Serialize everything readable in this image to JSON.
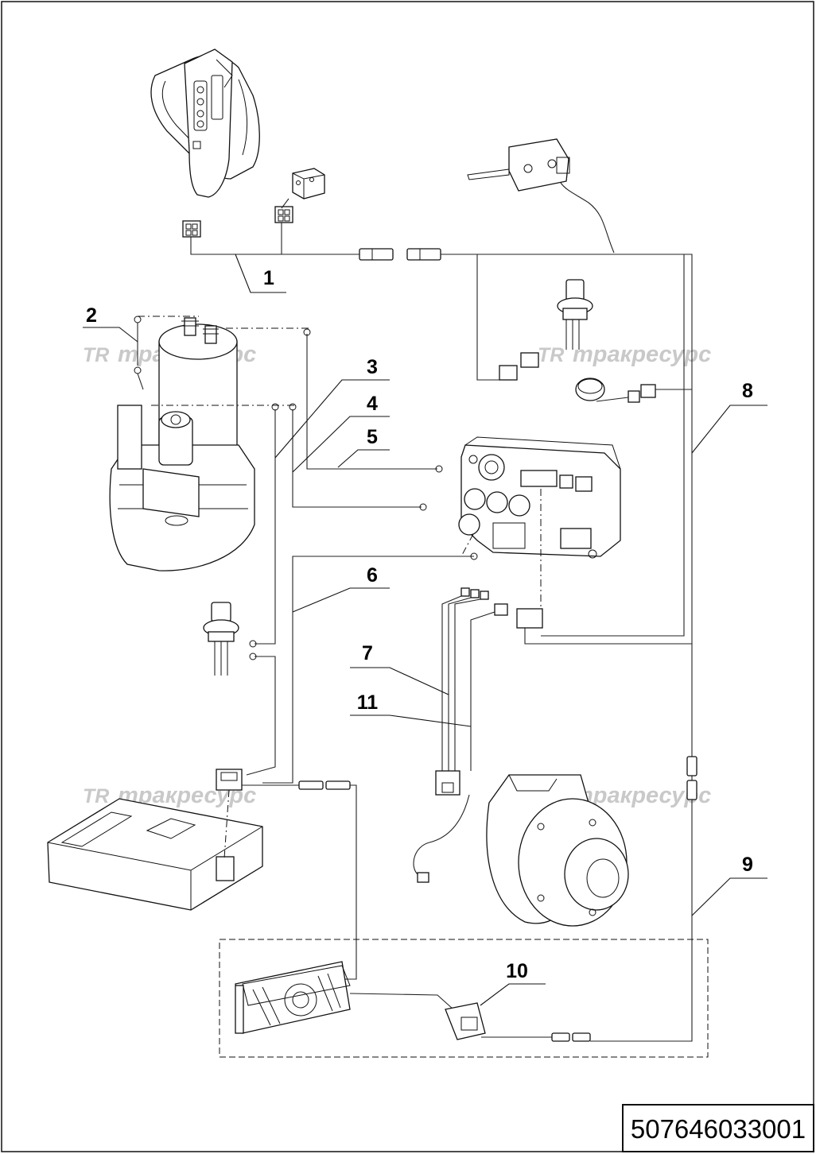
{
  "callouts": [
    {
      "id": "1",
      "label": "1"
    },
    {
      "id": "2",
      "label": "2"
    },
    {
      "id": "3",
      "label": "3"
    },
    {
      "id": "4",
      "label": "4"
    },
    {
      "id": "5",
      "label": "5"
    },
    {
      "id": "6",
      "label": "6"
    },
    {
      "id": "7",
      "label": "7"
    },
    {
      "id": "8",
      "label": "8"
    },
    {
      "id": "9",
      "label": "9"
    },
    {
      "id": "10",
      "label": "10"
    },
    {
      "id": "11",
      "label": "11"
    }
  ],
  "watermark": {
    "logo": "TR",
    "text": "тракресурс"
  },
  "drawing_number": "507646033001"
}
